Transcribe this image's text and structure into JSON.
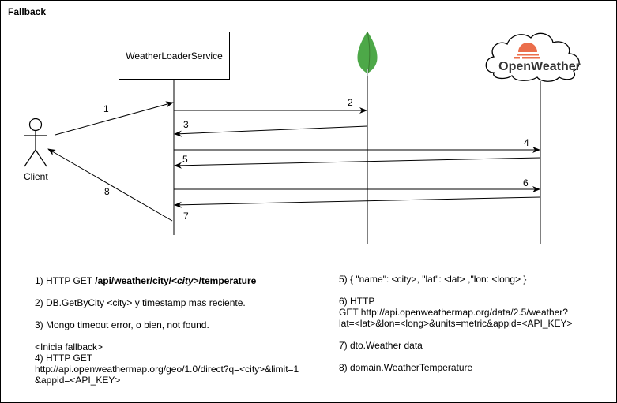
{
  "diagram": {
    "title": "Fallback",
    "service_label": "WeatherLoaderService",
    "client_label": "Client",
    "openweather_logo_text": "OpenWeather",
    "colors": {
      "mongo_green": "#4DA848",
      "mongo_dark": "#3B7D32",
      "openweather_orange": "#EB6E4B"
    },
    "arrows": {
      "a1": "1",
      "a2": "2",
      "a3": "3",
      "a4": "4",
      "a5": "5",
      "a6": "6",
      "a7": "7",
      "a8": "8"
    },
    "notes_left": {
      "n1_prefix": "1) HTTP GET ",
      "n1_path1": "/api/weather/city/<",
      "n1_city": "city",
      "n1_path2": ">/temperature",
      "n2": "2) DB.GetByCity <city> y timestamp mas reciente.",
      "n3": "3) Mongo timeout error, o bien, not found.",
      "n4_line1": "<Inicia fallback>",
      "n4_line2": "4) HTTP GET",
      "n4_line3": "http://api.openweathermap.org/geo/1.0/direct?q=<city>&limit=1",
      "n4_line4": "&appid=<API_KEY>"
    },
    "notes_right": {
      "n5": "5) { \"name\": <city>, \"lat\": <lat> ,\"lon: <long> }",
      "n6_line1": "6) HTTP",
      "n6_line2": "GET http://api.openweathermap.org/data/2.5/weather?",
      "n6_line3": "lat=<lat>&lon=<long>&units=metric&appid=<API_KEY>",
      "n7": "7) dto.Weather data",
      "n8": "8) domain.WeatherTemperature"
    }
  }
}
